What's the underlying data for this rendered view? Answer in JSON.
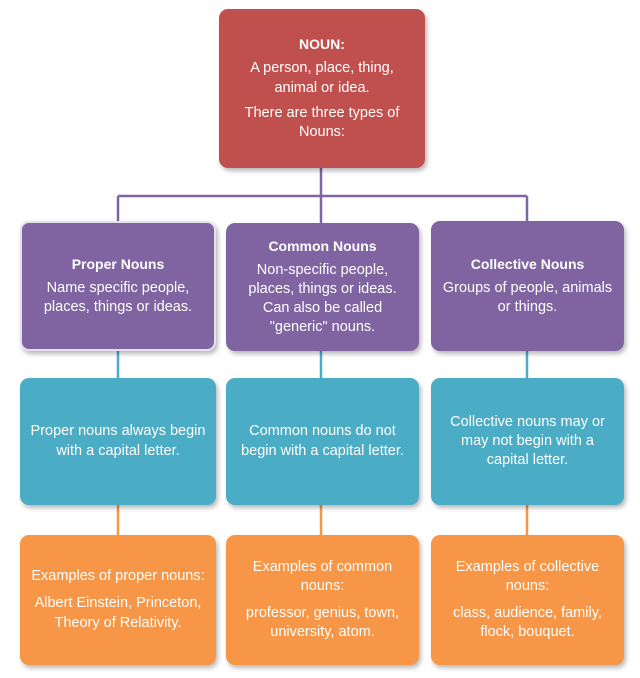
{
  "root": {
    "title": "NOUN:",
    "line1": "A person, place, thing,",
    "line2": "animal or idea.",
    "line3": "There are three types of",
    "line4": "Nouns:"
  },
  "columns": [
    {
      "type_title": "Proper Nouns",
      "type_desc": "Name specific people, places, things or ideas.",
      "fact": "Proper nouns always begin with a capital letter.",
      "examples_head": "Examples of proper nouns:",
      "examples": "Albert Einstein, Princeton, Theory of Relativity."
    },
    {
      "type_title": "Common Nouns",
      "type_desc": "Non-specific people, places, things or ideas. Can also be called \"generic\" nouns.",
      "fact": "Common nouns do not begin with a capital letter.",
      "examples_head": "Examples of common nouns:",
      "examples": "professor, genius, town, university, atom."
    },
    {
      "type_title": "Collective Nouns",
      "type_desc": "Groups of people, animals or things.",
      "fact": "Collective nouns may or may not begin with a capital letter.",
      "examples_head": "Examples of collective nouns:",
      "examples": "class, audience, family, flock, bouquet."
    }
  ],
  "colors": {
    "root": "#c0504d",
    "type": "#8064a2",
    "fact": "#4bacc6",
    "examples": "#f79646"
  }
}
